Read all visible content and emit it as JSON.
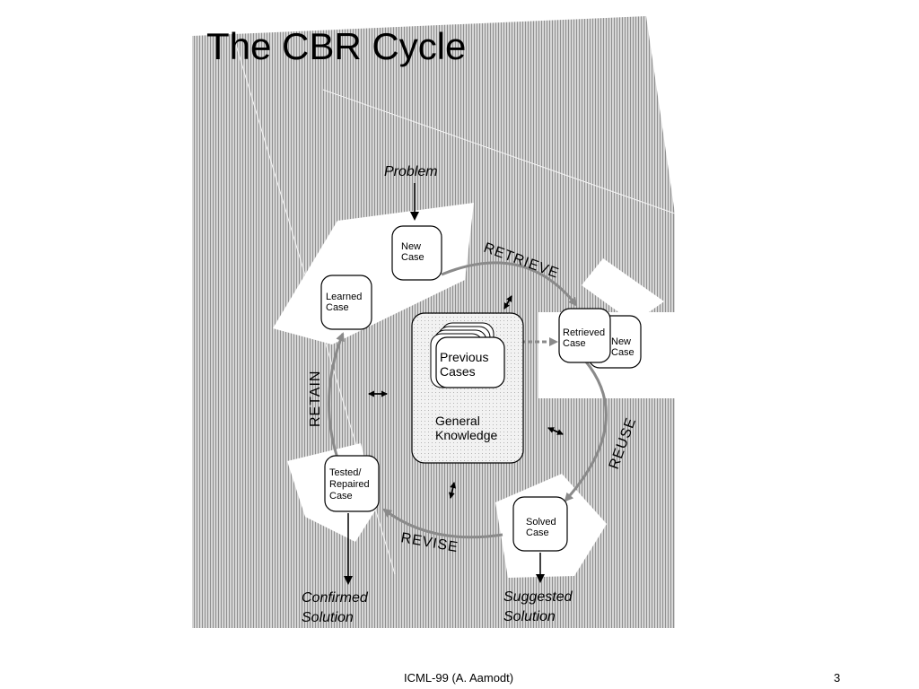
{
  "slide": {
    "title": "The CBR Cycle",
    "footer": "ICML-99  (A. Aamodt)",
    "page_number": "3"
  },
  "diagram": {
    "input_label": "Problem",
    "phases": {
      "retrieve": "RETRIEVE",
      "reuse": "REUSE",
      "revise": "REVISE",
      "retain": "RETAIN"
    },
    "nodes": {
      "new_case": [
        "New",
        "Case"
      ],
      "learned_case": [
        "Learned",
        "Case"
      ],
      "retrieved_case": [
        "Retrieved",
        "Case"
      ],
      "retrieved_new_case": [
        "New",
        "Case"
      ],
      "solved_case": [
        "Solved",
        "Case"
      ],
      "tested_case": [
        "Tested/",
        "Repaired",
        "Case"
      ],
      "previous_cases": [
        "Previous",
        "Cases"
      ],
      "general_knowledge": [
        "General",
        "Knowledge"
      ]
    },
    "outputs": {
      "suggested": [
        "Suggested",
        "Solution"
      ],
      "confirmed": [
        "Confirmed",
        "Solution"
      ]
    }
  },
  "colors": {
    "background_pattern": "#bdbdbd",
    "cycle_arrow": "#8a8a8a",
    "node_fill": "#ffffff",
    "text": "#000000"
  }
}
